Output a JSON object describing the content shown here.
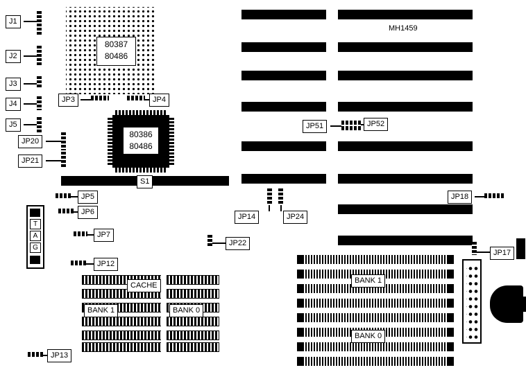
{
  "board": {
    "model": "MH1459"
  },
  "chips": {
    "coprocessor": {
      "line1": "80387",
      "line2": "80486"
    },
    "cpu": {
      "line1": "80386",
      "line2": "80486"
    }
  },
  "tag": {
    "letters": [
      "T",
      "A",
      "G"
    ]
  },
  "labels": {
    "j1": "J1",
    "j2": "J2",
    "j3": "J3",
    "j4": "J4",
    "j5": "J5",
    "jp3": "JP3",
    "jp4": "JP4",
    "jp5": "JP5",
    "jp6": "JP6",
    "jp7": "JP7",
    "jp12": "JP12",
    "jp13": "JP13",
    "jp14": "JP14",
    "jp17": "JP17",
    "jp18": "JP18",
    "jp20": "JP20",
    "jp21": "JP21",
    "jp22": "JP22",
    "jp24": "JP24",
    "jp51": "JP51",
    "jp52": "JP52",
    "s1": "S1",
    "cache": "CACHE",
    "cache_bank1": "BANK 1",
    "cache_bank0": "BANK 0",
    "simm_bank1": "BANK 1",
    "simm_bank0": "BANK 0"
  }
}
